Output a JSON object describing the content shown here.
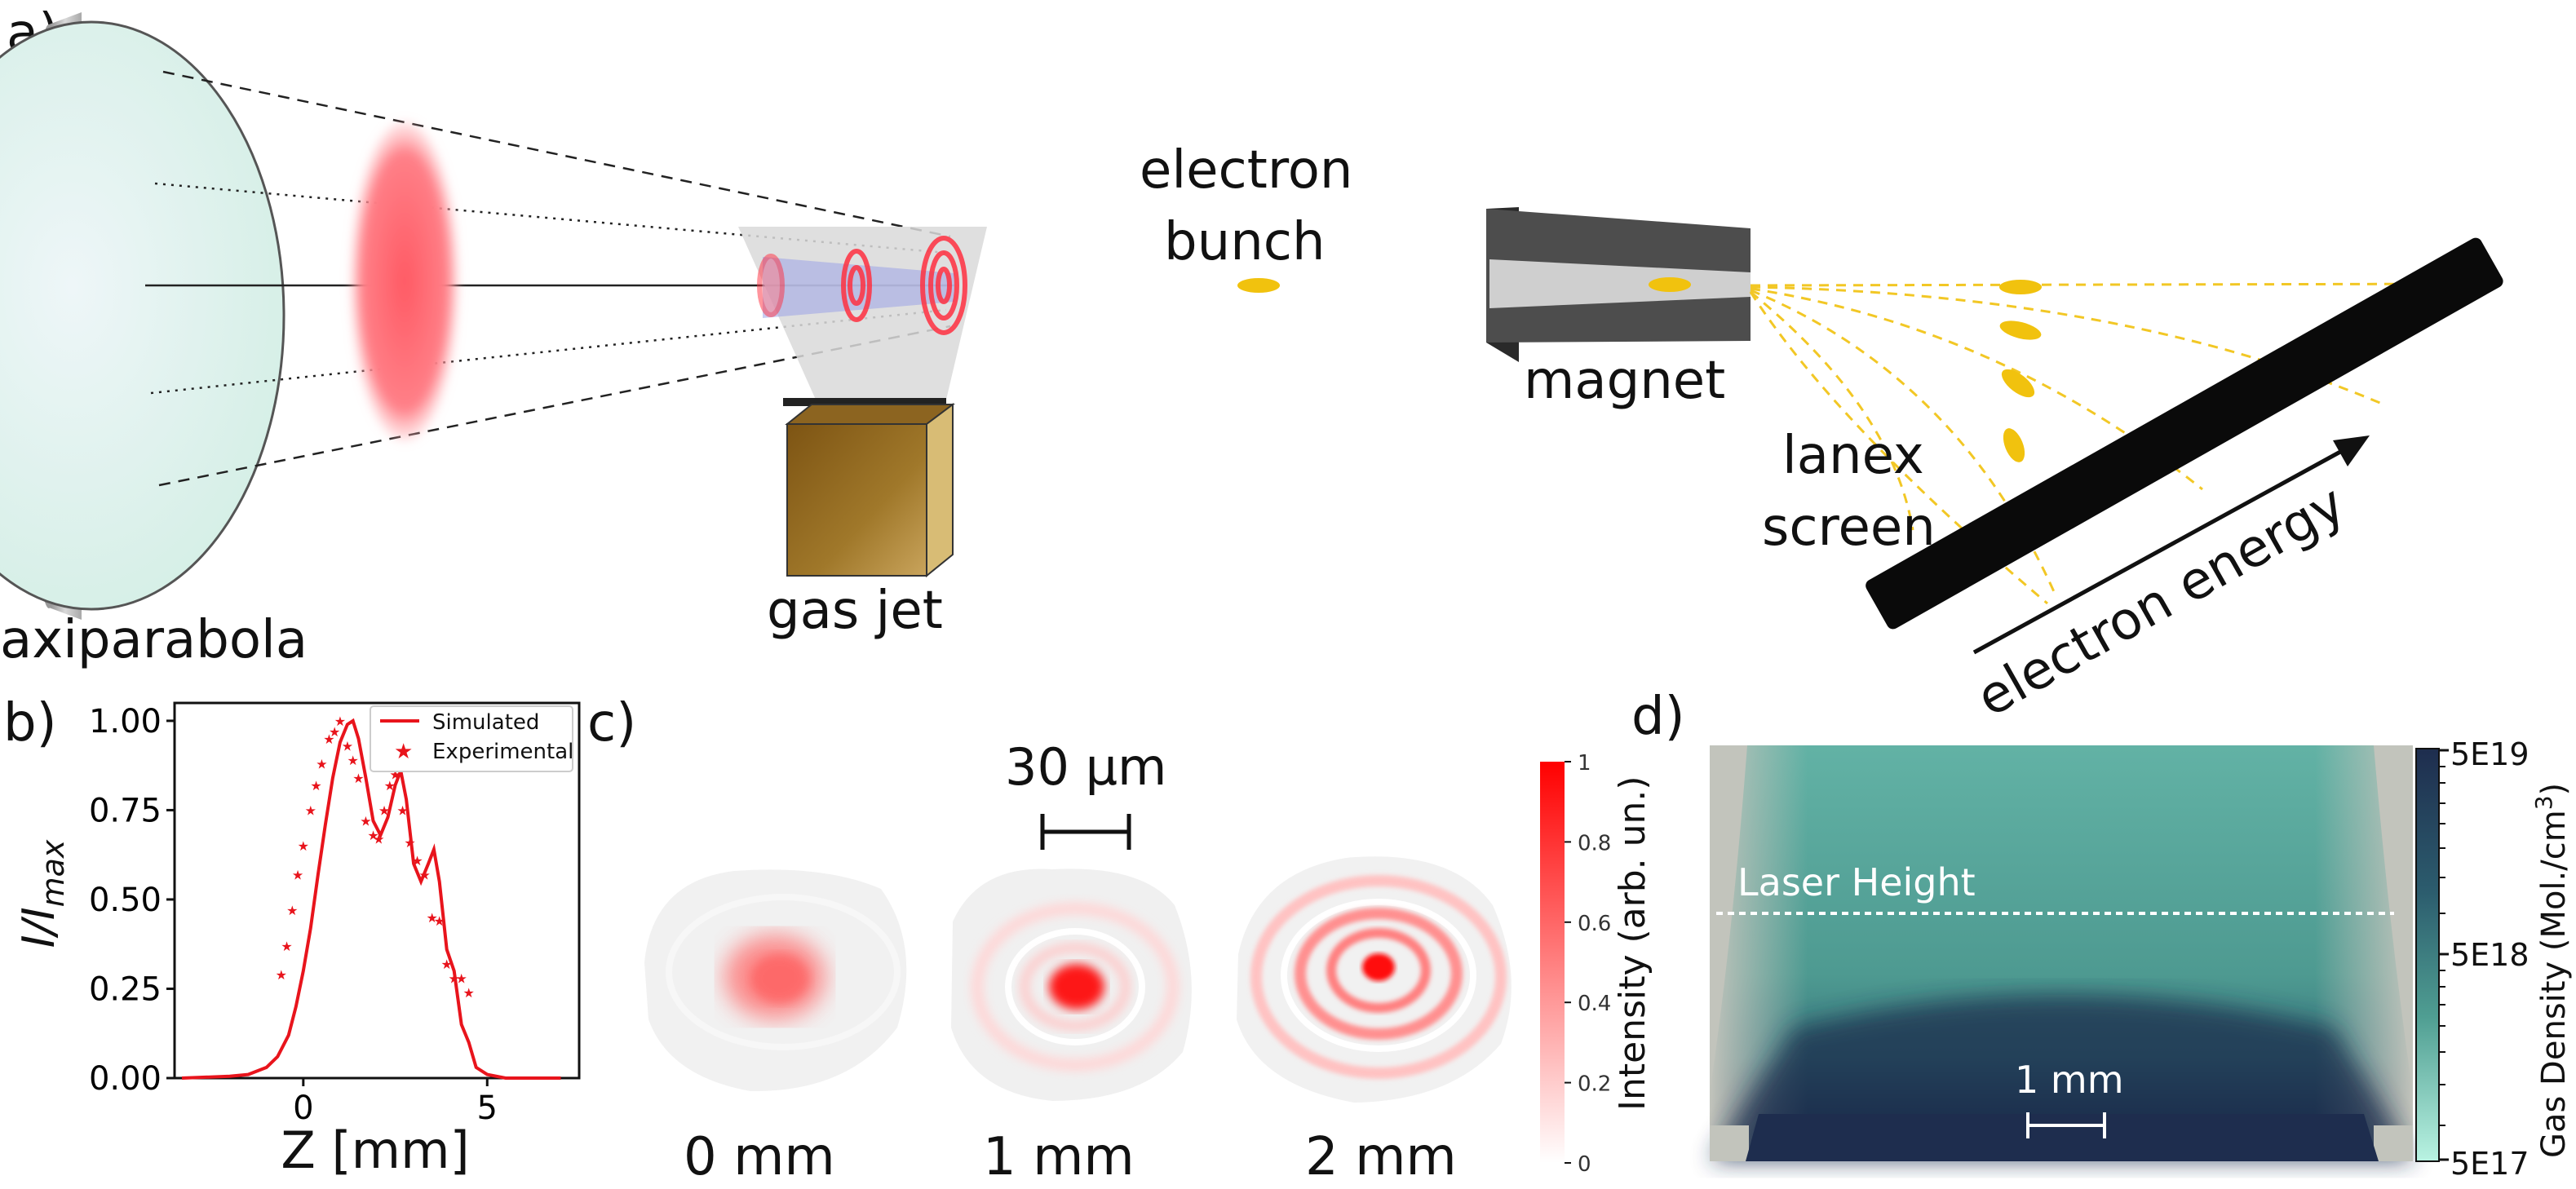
{
  "panel_a": {
    "label": "a)",
    "axiparabola": "axiparabola",
    "gas_jet": "gas jet",
    "electron_line1": "electron",
    "electron_line2": "bunch",
    "magnet": "magnet",
    "lanex_line1": "lanex",
    "lanex_line2": "screen",
    "electron_energy": "electron energy"
  },
  "panel_b": {
    "label": "b)",
    "chart_data": {
      "type": "line",
      "xlabel": "Z [mm]",
      "ylabel": "I/I",
      "ylabel_sub": "max",
      "xlim": [
        -3.5,
        7.5
      ],
      "ylim": [
        0.0,
        1.05
      ],
      "xticks": [
        "0",
        "5"
      ],
      "yticks": [
        "0.00",
        "0.25",
        "0.50",
        "0.75",
        "1.00"
      ],
      "legend_position": "top-right",
      "series": [
        {
          "name": "Simulated",
          "color": "#e8141c",
          "style": "line",
          "x": [
            -3.3,
            -2.0,
            -1.5,
            -1.0,
            -0.7,
            -0.4,
            -0.2,
            0.0,
            0.2,
            0.4,
            0.6,
            0.8,
            1.0,
            1.2,
            1.35,
            1.5,
            1.7,
            1.9,
            2.1,
            2.3,
            2.5,
            2.65,
            2.8,
            3.0,
            3.2,
            3.4,
            3.55,
            3.7,
            3.9,
            4.1,
            4.3,
            4.5,
            4.7,
            5.0,
            5.5,
            7.0
          ],
          "y": [
            0.0,
            0.005,
            0.01,
            0.03,
            0.06,
            0.12,
            0.2,
            0.3,
            0.42,
            0.57,
            0.71,
            0.84,
            0.94,
            0.99,
            1.0,
            0.95,
            0.84,
            0.72,
            0.68,
            0.73,
            0.82,
            0.86,
            0.78,
            0.6,
            0.55,
            0.6,
            0.64,
            0.55,
            0.36,
            0.3,
            0.15,
            0.1,
            0.03,
            0.01,
            0.0,
            0.0
          ]
        },
        {
          "name": "Experimental",
          "color": "#e8141c",
          "style": "points",
          "x": [
            -0.6,
            -0.45,
            -0.3,
            -0.15,
            0.0,
            0.2,
            0.35,
            0.5,
            0.7,
            0.85,
            1.0,
            1.2,
            1.35,
            1.5,
            1.7,
            1.9,
            2.05,
            2.2,
            2.35,
            2.5,
            2.7,
            2.9,
            3.1,
            3.3,
            3.5,
            3.7,
            3.9,
            4.1,
            4.3,
            4.5
          ],
          "y": [
            0.29,
            0.37,
            0.47,
            0.57,
            0.65,
            0.75,
            0.82,
            0.88,
            0.95,
            0.97,
            1.0,
            0.93,
            0.89,
            0.84,
            0.72,
            0.68,
            0.67,
            0.75,
            0.82,
            0.85,
            0.75,
            0.66,
            0.61,
            0.57,
            0.45,
            0.44,
            0.32,
            0.28,
            0.28,
            0.24
          ]
        }
      ]
    }
  },
  "panel_c": {
    "label": "c)",
    "scalebar": "30 µm",
    "profiles": [
      "0 mm",
      "1 mm",
      "2 mm"
    ],
    "colorbar_label": "Intensity (arb. un.)",
    "colorbar_ticks": [
      "1",
      "0.8",
      "0.6",
      "0.4",
      "0.2",
      "0"
    ],
    "colors": {
      "max": "#ff0000",
      "min": "#ffffff"
    }
  },
  "panel_d": {
    "label": "d)",
    "laser_height": "Laser Height",
    "scalebar": "1 mm",
    "colorbar_label_main": "Gas Density (Mol./cm",
    "colorbar_label_sup": "3",
    "colorbar_label_end": ")",
    "colorbar_ticks": [
      "5E19",
      "5E18",
      "5E17"
    ],
    "colors": {
      "high": "#1e2d4e",
      "mid": "#5aab9e",
      "low": "#b7f1e0",
      "background": "#c2c4bc"
    }
  }
}
